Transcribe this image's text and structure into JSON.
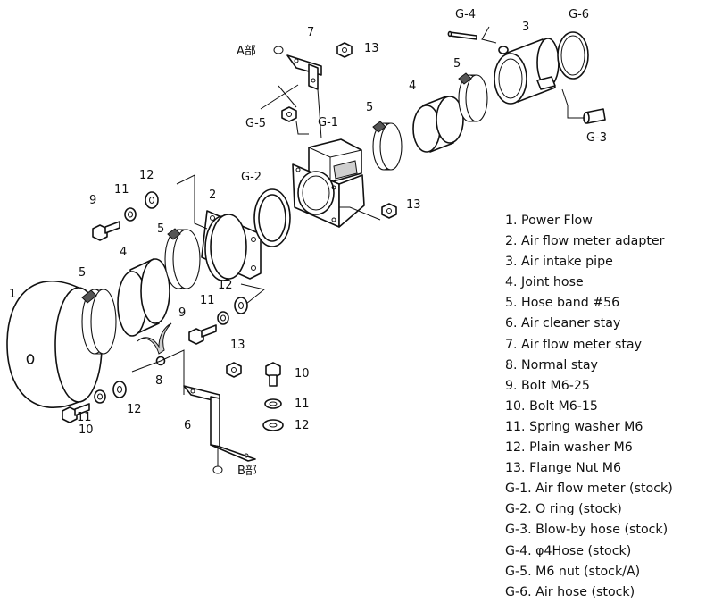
{
  "callouts": {
    "c1": "1",
    "c2": "2",
    "c3": "3",
    "c4a": "4",
    "c4b": "4",
    "c5a": "5",
    "c5b": "5",
    "c5c": "5",
    "c5d": "5",
    "c6": "6",
    "c7": "7",
    "c8": "8",
    "c9a": "9",
    "c9b": "9",
    "c10a": "10",
    "c10b": "10",
    "c11a": "11",
    "c11b": "11",
    "c11c": "11",
    "c11d": "11",
    "c12a": "12",
    "c12b": "12",
    "c12c": "12",
    "c12d": "12",
    "c13a": "13",
    "c13b": "13",
    "c13c": "13",
    "g1": "G-1",
    "g2": "G-2",
    "g3": "G-3",
    "g4": "G-4",
    "g5": "G-5",
    "g6": "G-6",
    "detail_a": "A部",
    "detail_b": "B部"
  },
  "legend": [
    "1. Power Flow",
    "2. Air flow meter adapter",
    "3. Air intake pipe",
    "4. Joint hose",
    "5. Hose band #56",
    "6. Air cleaner stay",
    "7. Air flow meter stay",
    "8. Normal stay",
    "9. Bolt M6-25",
    "10. Bolt M6-15",
    "11. Spring washer M6",
    "12. Plain washer M6",
    "13. Flange Nut M6",
    "G-1. Air flow meter (stock)",
    "G-2. O ring (stock)",
    "G-3. Blow-by hose (stock)",
    "G-4. φ4Hose (stock)",
    "G-5. M6 nut (stock/A)",
    "G-6. Air hose (stock)"
  ]
}
